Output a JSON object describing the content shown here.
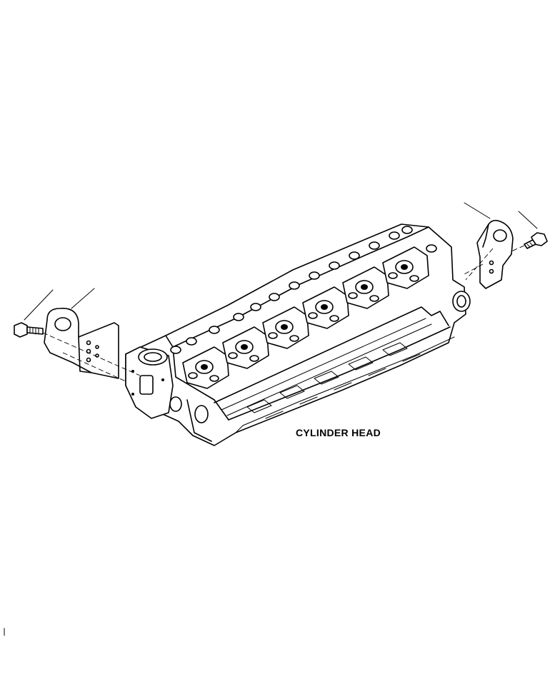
{
  "diagram": {
    "caption": "CYLINDER HEAD",
    "parts": [
      {
        "name": "cylinder-head"
      },
      {
        "name": "front-lifting-bracket"
      },
      {
        "name": "front-bracket-bolt"
      },
      {
        "name": "rear-lifting-bracket"
      },
      {
        "name": "rear-bracket-bolt"
      }
    ],
    "colors": {
      "line": "#000000",
      "background": "#ffffff"
    }
  }
}
